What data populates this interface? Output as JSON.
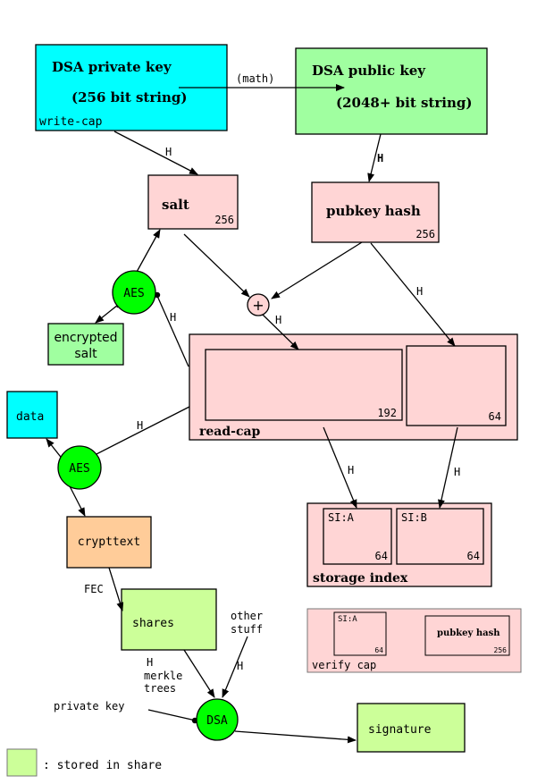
{
  "colors": {
    "cyan": "#00ffff",
    "green_box": "#a0ffa0",
    "light_green": "#ccff99",
    "pink": "#ffd5d5",
    "node_green": "#00ff00",
    "orange": "#ffcc99"
  },
  "nodes": {
    "dsa_private_key": {
      "title": "DSA private key",
      "subtitle": "(256 bit string)",
      "tag": "write-cap"
    },
    "dsa_public_key": {
      "title": "DSA public key",
      "subtitle": "(2048+ bit string)"
    },
    "salt": {
      "title": "salt",
      "bits": "256"
    },
    "pubkey_hash": {
      "title": "pubkey hash",
      "bits": "256"
    },
    "aes_top": "AES",
    "aes_bottom": "AES",
    "plus": "+",
    "encrypted_salt": [
      "encrypted",
      "salt"
    ],
    "read_cap": {
      "label": "read-cap",
      "left_bits": "192",
      "right_bits": "64"
    },
    "data": "data",
    "crypttext": "crypttext",
    "storage_index": {
      "label": "storage index",
      "si_a": "SI:A",
      "si_a_bits": "64",
      "si_b": "SI:B",
      "si_b_bits": "64"
    },
    "shares": "shares",
    "verify_cap": {
      "label": "verify cap",
      "si_a": "SI:A",
      "si_a_bits": "64",
      "pubkey_hash": "pubkey hash",
      "pubkey_bits": "256"
    },
    "other_stuff": [
      "other",
      "stuff"
    ],
    "dsa": "DSA",
    "private_key": "private key",
    "signature": "signature"
  },
  "edge_labels": {
    "math": "(math)",
    "h_priv_salt": "H",
    "h_pub_hash": "H",
    "h_aes_top": "H",
    "h_plus": "H",
    "h_hash_readcap": "H",
    "h_readcap_aes": "H",
    "h_readcap_si_a": "H",
    "h_readcap_si_b": "H",
    "fec": "FEC",
    "h_merkle": [
      "H",
      "merkle",
      "trees"
    ],
    "h_other": "H"
  },
  "legend": {
    "text": ": stored in share"
  }
}
